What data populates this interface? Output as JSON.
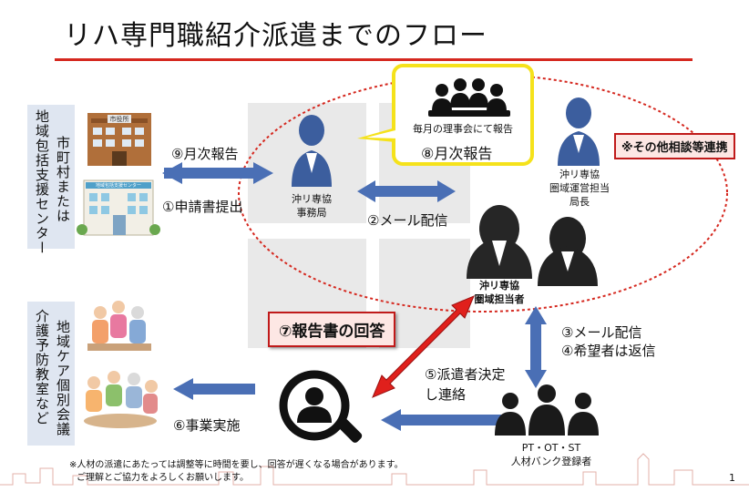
{
  "title": "リハ専門職紹介派遣までのフロー",
  "colors": {
    "accent_red": "#d5281f",
    "arrow_blue": "#4a6fb5",
    "callout_yellow": "#f5e21b",
    "side_box_bg": "#dfe6f1"
  },
  "left_boxes": {
    "top_line1": "市町村または",
    "top_line2": "地域包括支援センター",
    "bottom_line1": "地域ケア個別会議",
    "bottom_line2": "介護予防教室など"
  },
  "building": {
    "top_sign": "市役所",
    "bottom_sign": "地域包括支援センター"
  },
  "labels": {
    "monthly_report_left": "⑨月次報告",
    "application": "①申請書提出",
    "mail_dist_1": "②メール配信",
    "callout_caption": "毎月の理事会にて報告",
    "monthly_report_callout": "⑧月次報告",
    "other_consult": "※その他相談等連携",
    "secretariat_line1": "沖リ専協",
    "secretariat_line2": "事務局",
    "director_line1": "沖リ専協",
    "director_line2": "圏域運営担当",
    "director_line3": "局長",
    "area_staff_line1": "沖リ専協",
    "area_staff_line2": "圏域担当者",
    "report_answer": "⑦報告書の回答",
    "mail_dist_3": "③メール配信",
    "reply_4": "④希望者は返信",
    "dispatch_5_line1": "⑤派遣者決定",
    "dispatch_5_line2": "し連絡",
    "implementation": "⑥事業実施",
    "pt_line1": "PT・OT・ST",
    "pt_line2": "人材バンク登録者"
  },
  "footer": {
    "note_line1": "※人材の派遣にあたっては調整等に時間を要し、回答が遅くなる場合があります。",
    "note_line2": "ご理解とご協力をよろしくお願いします。",
    "page": "1"
  },
  "icons": [
    "building-icon",
    "elderly-group-icon",
    "meeting-group-icon",
    "person-icon",
    "group-icon",
    "search-person-icon"
  ]
}
